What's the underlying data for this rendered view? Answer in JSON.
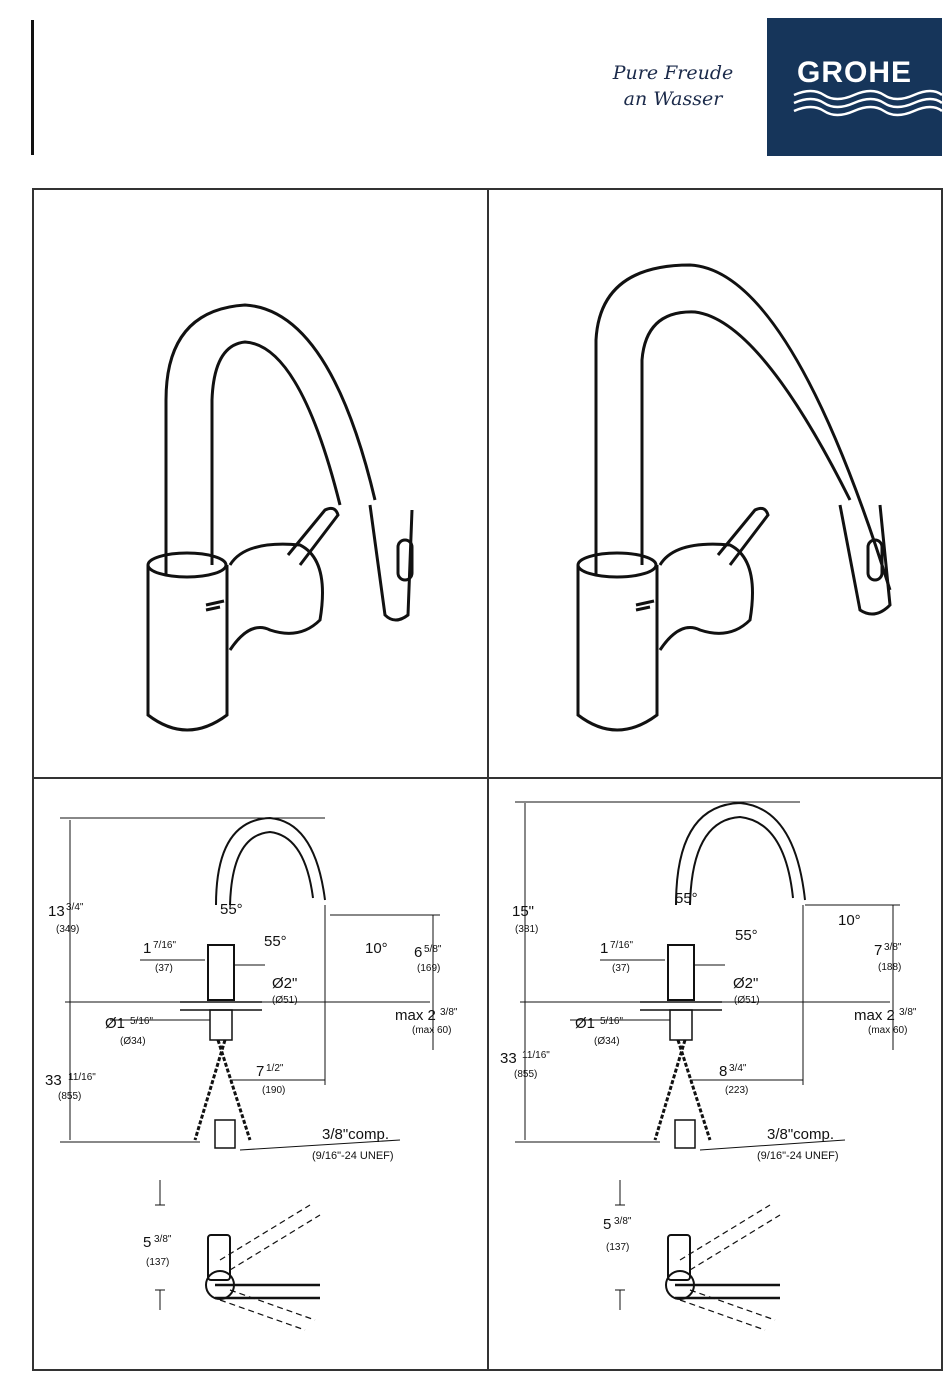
{
  "brand": {
    "tagline_line1": "Pure Freude",
    "tagline_line2": "an Wasser",
    "logo_text": "GROHE",
    "logo_color": "#16355a"
  },
  "left_dims": {
    "height_total": "13",
    "height_total_frac": "3/4\"",
    "height_total_mm": "(349)",
    "spout_angle": "55°",
    "handle_angle": "55°",
    "body_dia": "1",
    "body_dia_frac": "7/16\"",
    "body_dia_mm": "(37)",
    "hole_dia": "Ø2\"",
    "hole_dia_mm": "(Ø51)",
    "shank_dia": "Ø1",
    "shank_dia_frac": "5/16\"",
    "shank_dia_mm": "(Ø34)",
    "tilt": "10°",
    "spout_height": "6",
    "spout_height_frac": "5/8\"",
    "spout_height_mm": "(169)",
    "deck_max": "max 2",
    "deck_max_frac": "3/8\"",
    "deck_max_mm": "(max 60)",
    "hose_len": "33",
    "hose_len_frac": "11/16\"",
    "hose_len_mm": "(855)",
    "reach": "7",
    "reach_frac": "1/2\"",
    "reach_mm": "(190)",
    "conn": "3/8\"comp.",
    "conn_thread": "(9/16\"-24 UNEF)",
    "plan_dim": "5",
    "plan_dim_frac": "3/8\"",
    "plan_dim_mm": "(137)"
  },
  "right_dims": {
    "height_total": "15\"",
    "height_total_mm": "(381)",
    "spout_angle": "55°",
    "handle_angle": "55°",
    "body_dia": "1",
    "body_dia_frac": "7/16\"",
    "body_dia_mm": "(37)",
    "hole_dia": "Ø2\"",
    "hole_dia_mm": "(Ø51)",
    "shank_dia": "Ø1",
    "shank_dia_frac": "5/16\"",
    "shank_dia_mm": "(Ø34)",
    "tilt": "10°",
    "spout_height": "7",
    "spout_height_frac": "3/8\"",
    "spout_height_mm": "(188)",
    "deck_max": "max 2",
    "deck_max_frac": "3/8\"",
    "deck_max_mm": "(max 60)",
    "hose_len": "33",
    "hose_len_frac": "11/16\"",
    "hose_len_mm": "(855)",
    "reach": "8",
    "reach_frac": "3/4\"",
    "reach_mm": "(223)",
    "conn": "3/8\"comp.",
    "conn_thread": "(9/16\"-24 UNEF)",
    "plan_dim": "5",
    "plan_dim_frac": "3/8\"",
    "plan_dim_mm": "(137)"
  }
}
